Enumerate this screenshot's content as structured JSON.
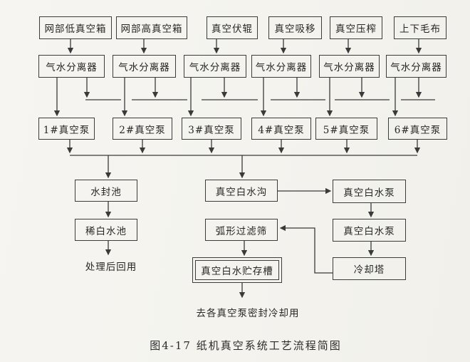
{
  "figure": {
    "caption": "图4-17  纸机真空系统工艺流程简图",
    "colors": {
      "ink": "#3a3a3a",
      "paper": "#f5f4f0"
    },
    "columns": [
      {
        "source": "网部低真空箱",
        "separator": "气水分离器",
        "pump": "1#真空泵"
      },
      {
        "source": "网部高真空箱",
        "separator": "气水分离器",
        "pump": "2#真空泵"
      },
      {
        "source": "真空伏辊",
        "separator": "气水分离器",
        "pump": "3#真空泵"
      },
      {
        "source": "真空吸移",
        "separator": "气水分离器",
        "pump": "4#真空泵"
      },
      {
        "source": "真空压榨",
        "separator": "气水分离器",
        "pump": "5#真空泵"
      },
      {
        "source": "上下毛布",
        "separator": "气水分离器",
        "pump": "6#真空泵"
      }
    ],
    "left_branch": {
      "seal_pool": "水封池",
      "dilute_white_water_pool": "稀白水池",
      "reuse_note": "处理后回用"
    },
    "middle_branch": {
      "white_water_ditch": "真空白水沟",
      "arc_filter_screen": "弧形过滤筛",
      "storage_tank": "真空白水贮存槽",
      "outflow_note": "去各真空泵密封冷却用"
    },
    "right_branch": {
      "white_water_pump_1": "真空白水泵",
      "white_water_pump_2": "真空白水泵",
      "cooling_tower": "冷却塔"
    }
  }
}
